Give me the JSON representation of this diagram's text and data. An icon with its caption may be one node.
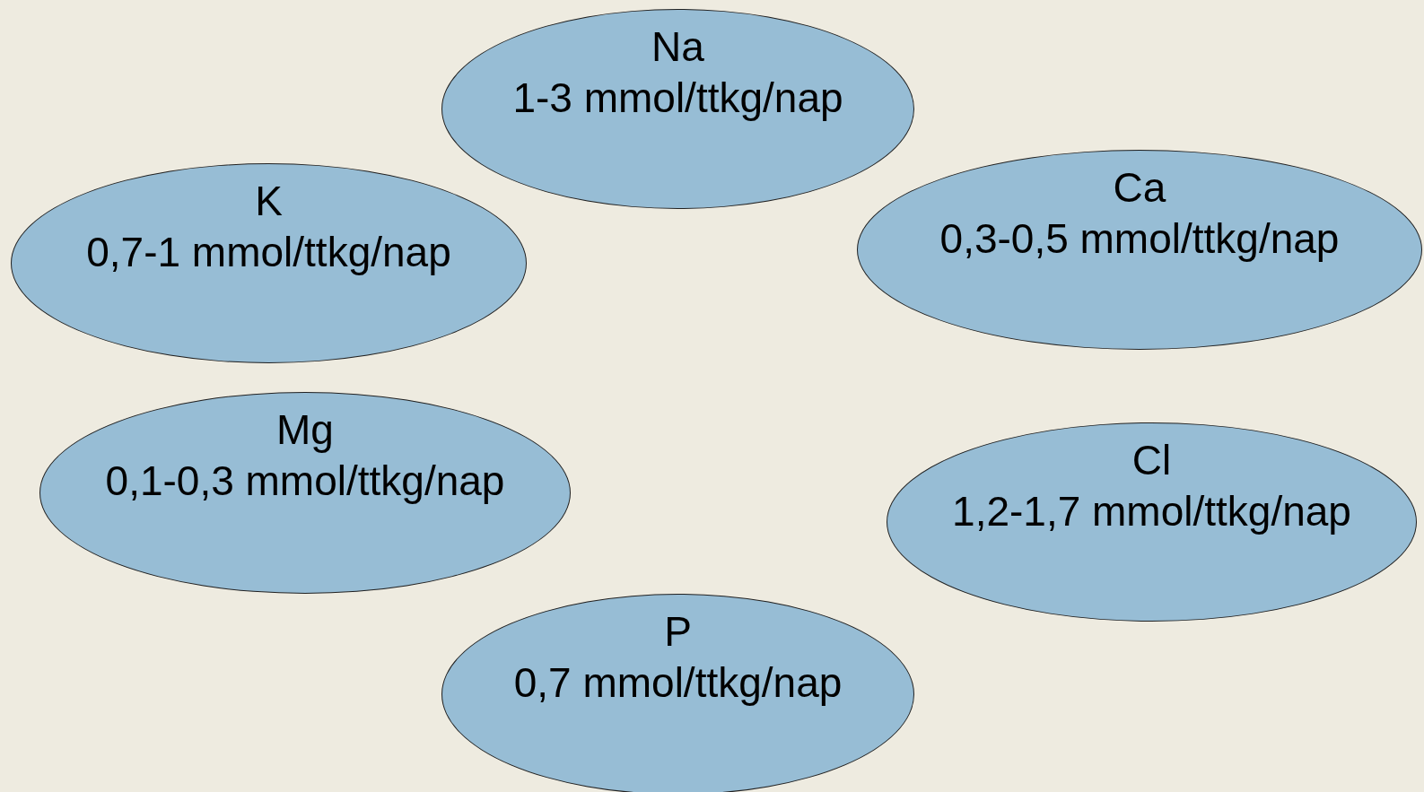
{
  "diagram": {
    "nodes": [
      {
        "text": [
          "Na",
          "1-3 mmol/ttkg/nap"
        ]
      },
      {
        "text": [
          "K",
          "0,7-1 mmol/ttkg/nap"
        ]
      },
      {
        "text": [
          "Ca",
          "0,3-0,5 mmol/ttkg/nap"
        ]
      },
      {
        "text": [
          "Mg",
          "0,1-0,3 mmol/ttkg/nap"
        ]
      },
      {
        "text": [
          "Cl",
          "1,2-1,7 mmol/ttkg/nap"
        ]
      },
      {
        "text": [
          "P",
          "0,7 mmol/ttkg/nap"
        ]
      }
    ]
  }
}
